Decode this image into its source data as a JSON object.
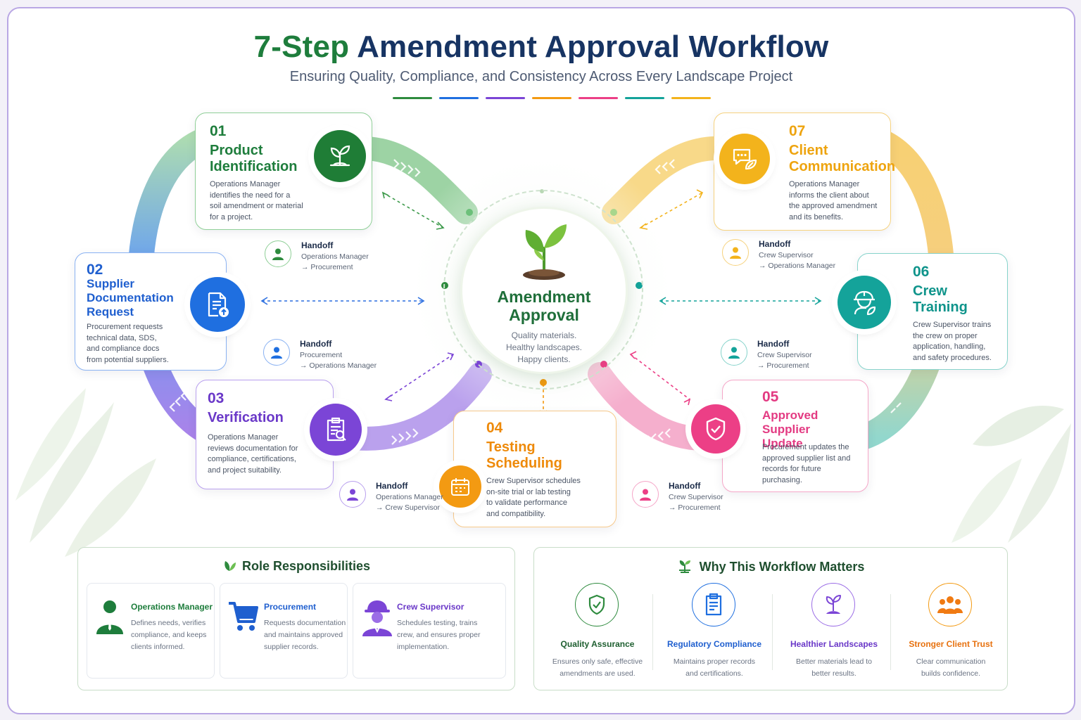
{
  "header": {
    "title_num": "7-Step",
    "title_rest": "Amendment Approval Workflow",
    "subtitle": "Ensuring Quality, Compliance, and Consistency Across Every Landscape Project"
  },
  "colors": {
    "green": "#2e8b3e",
    "blue": "#1f6fe0",
    "purple": "#7b45d6",
    "orange": "#f39a12",
    "pink": "#ec3f86",
    "teal": "#14a39a",
    "gold": "#f3b31c",
    "navy": "#173463"
  },
  "center": {
    "title": "Amendment Approval",
    "line1": "Quality materials.",
    "line2": "Healthy landscapes.",
    "line3": "Happy clients.",
    "icon": "sprout-icon"
  },
  "steps": [
    {
      "num": "01",
      "title_l1": "Product",
      "title_l2": "Identification",
      "d1": "Operations Manager",
      "d2": "identifies the need for a",
      "d3": "soil amendment or material",
      "d4": "for a project.",
      "icon": "seedling-icon"
    },
    {
      "num": "02",
      "title_l1": "Supplier",
      "title_l2": "Documentation",
      "title_l3": "Request",
      "d1": "Procurement requests",
      "d2": "technical data, SDS,",
      "d3": "and compliance docs",
      "d4": "from potential suppliers.",
      "icon": "document-upload-icon"
    },
    {
      "num": "03",
      "title_l1": "Verification",
      "d1": "Operations Manager",
      "d2": "reviews documentation for",
      "d3": "compliance, certifications,",
      "d4": "and project suitability.",
      "icon": "clipboard-search-icon"
    },
    {
      "num": "04",
      "title_l1": "Testing",
      "title_l2": "Scheduling",
      "d1": "Crew Supervisor schedules",
      "d2": "on-site trial or lab testing",
      "d3": "to validate performance",
      "d4": "and compatibility.",
      "icon": "calendar-icon"
    },
    {
      "num": "05",
      "title_l1": "Approved Supplier",
      "title_l2": "Update",
      "d1": "Procurement updates the",
      "d2": "approved supplier list and",
      "d3": "records for future",
      "d4": "purchasing.",
      "icon": "shield-check-icon"
    },
    {
      "num": "06",
      "title_l1": "Crew",
      "title_l2": "Training",
      "d1": "Crew Supervisor trains",
      "d2": "the crew on proper",
      "d3": "application, handling,",
      "d4": "and safety procedures.",
      "icon": "worker-helmet-icon"
    },
    {
      "num": "07",
      "title_l1": "Client",
      "title_l2": "Communication",
      "d1": "Operations Manager",
      "d2": "informs the client about",
      "d3": "the approved amendment",
      "d4": "and its benefits.",
      "icon": "chat-leaf-icon"
    }
  ],
  "handoffs": [
    {
      "label": "Handoff",
      "from": "Operations Manager",
      "to": "→ Procurement"
    },
    {
      "label": "Handoff",
      "from": "Procurement",
      "to": "→ Operations Manager"
    },
    {
      "label": "Handoff",
      "from": "Operations Manager",
      "to": "→ Crew Supervisor"
    },
    {
      "label": "Handoff",
      "from": "Crew Supervisor",
      "to": "→ Procurement"
    },
    {
      "label": "Handoff",
      "from": "Crew Supervisor",
      "to": "→ Procurement"
    },
    {
      "label": "Handoff",
      "from": "Crew Supervisor",
      "to": "→ Operations Manager"
    }
  ],
  "roles": {
    "heading": "Role Responsibilities",
    "items": [
      {
        "name": "Operations Manager",
        "d1": "Defines needs, verifies",
        "d2": "compliance, and keeps",
        "d3": "clients informed.",
        "icon": "manager-person-icon"
      },
      {
        "name": "Procurement",
        "d1": "Requests documentation",
        "d2": "and maintains approved",
        "d3": "supplier records.",
        "icon": "shopping-cart-icon"
      },
      {
        "name": "Crew Supervisor",
        "d1": "Schedules testing, trains",
        "d2": "crew, and ensures proper",
        "d3": "implementation.",
        "icon": "hardhat-worker-icon"
      }
    ]
  },
  "why": {
    "heading": "Why This Workflow Matters",
    "items": [
      {
        "title": "Quality Assurance",
        "d1": "Ensures only safe, effective",
        "d2": "amendments are used.",
        "icon": "shield-check-icon"
      },
      {
        "title": "Regulatory Compliance",
        "d1": "Maintains proper records",
        "d2": "and certifications.",
        "icon": "clipboard-icon"
      },
      {
        "title": "Healthier Landscapes",
        "d1": "Better materials lead to",
        "d2": "better results.",
        "icon": "plant-icon"
      },
      {
        "title": "Stronger Client Trust",
        "d1": "Clear communication",
        "d2": "builds confidence.",
        "icon": "people-group-icon"
      }
    ]
  }
}
